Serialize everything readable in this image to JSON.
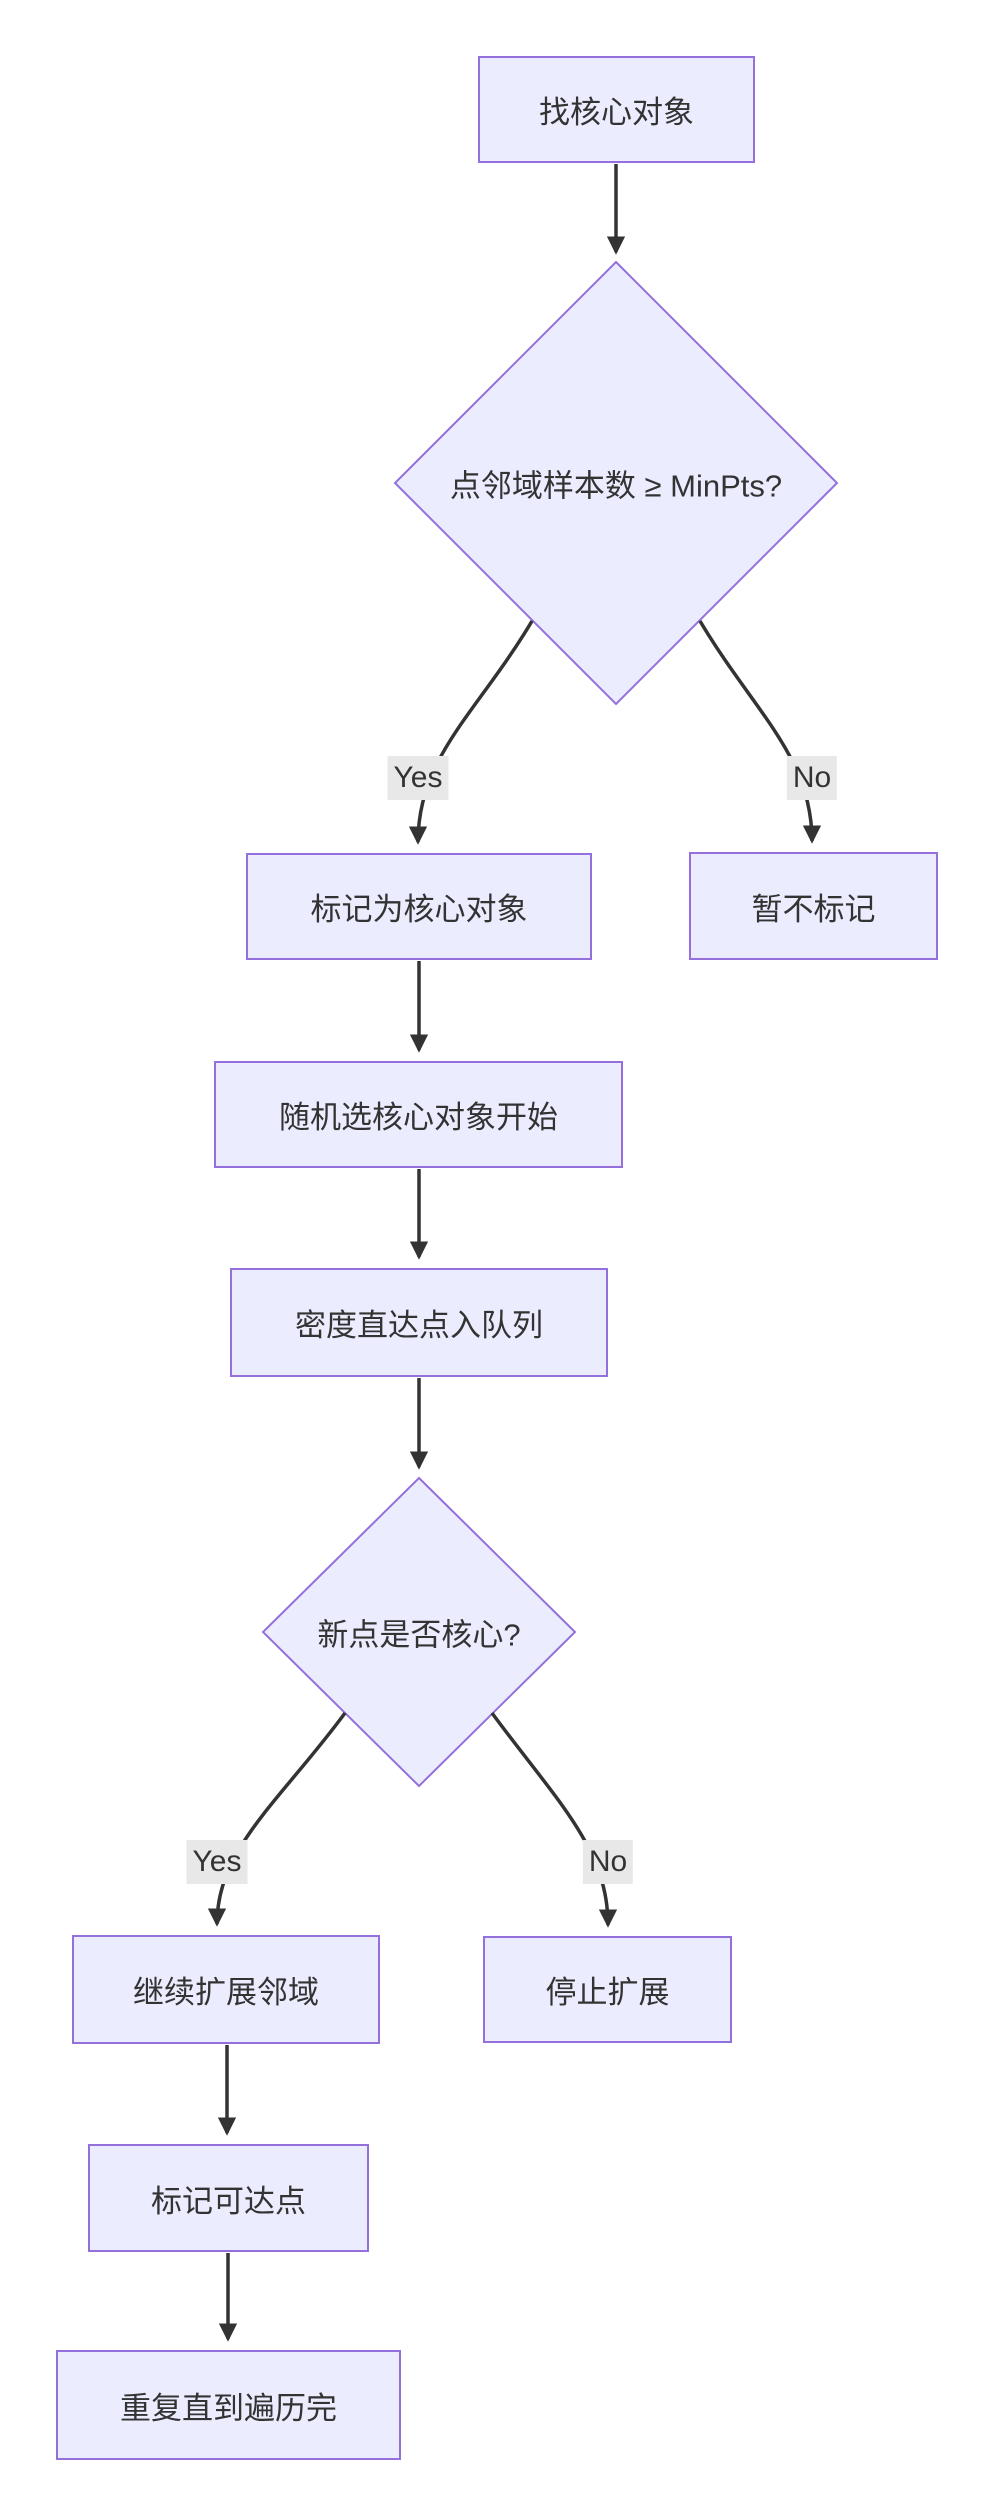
{
  "diagram": {
    "type": "flowchart",
    "direction": "top-down",
    "colors": {
      "node_fill": "#ECECFF",
      "node_border": "#9370DB",
      "edge_stroke": "#333333",
      "text": "#333333",
      "edge_label_bg": "#e8e8e8",
      "background": "#ffffff"
    },
    "nodes": [
      {
        "id": "A",
        "shape": "rect",
        "label": "找核心对象"
      },
      {
        "id": "B",
        "shape": "diamond",
        "label": "点邻域样本数 ≥ MinPts?"
      },
      {
        "id": "C",
        "shape": "rect",
        "label": "标记为核心对象"
      },
      {
        "id": "D",
        "shape": "rect",
        "label": "暂不标记"
      },
      {
        "id": "E",
        "shape": "rect",
        "label": "随机选核心对象开始"
      },
      {
        "id": "F",
        "shape": "rect",
        "label": "密度直达点入队列"
      },
      {
        "id": "G",
        "shape": "diamond",
        "label": "新点是否核心?"
      },
      {
        "id": "H",
        "shape": "rect",
        "label": "继续扩展邻域"
      },
      {
        "id": "K",
        "shape": "rect",
        "label": "停止扩展"
      },
      {
        "id": "I",
        "shape": "rect",
        "label": "标记可达点"
      },
      {
        "id": "J",
        "shape": "rect",
        "label": "重复直到遍历完"
      }
    ],
    "edges": [
      {
        "from": "A",
        "to": "B",
        "label": ""
      },
      {
        "from": "B",
        "to": "C",
        "label": "Yes"
      },
      {
        "from": "B",
        "to": "D",
        "label": "No"
      },
      {
        "from": "C",
        "to": "E",
        "label": ""
      },
      {
        "from": "E",
        "to": "F",
        "label": ""
      },
      {
        "from": "F",
        "to": "G",
        "label": ""
      },
      {
        "from": "G",
        "to": "H",
        "label": "Yes"
      },
      {
        "from": "G",
        "to": "K",
        "label": "No"
      },
      {
        "from": "H",
        "to": "I",
        "label": ""
      },
      {
        "from": "I",
        "to": "J",
        "label": ""
      }
    ]
  }
}
